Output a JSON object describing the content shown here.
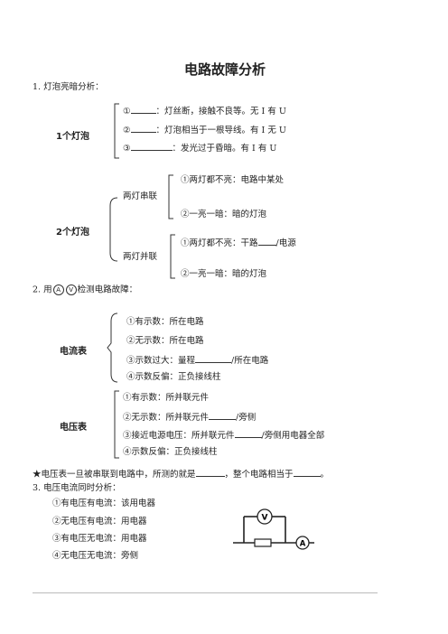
{
  "title": "电路故障分析",
  "s1": {
    "heading": "1.   灯泡亮暗分析：",
    "one_lamp": "1个灯泡",
    "l1a": "①",
    "l1b": "：灯丝断，接触不良等。无 I 有 U",
    "l2a": "②",
    "l2b": "：灯泡相当于一根导线。有 I 无 U",
    "l3a": "③",
    "l3b": "：发光过于昏暗。有 I 有 U",
    "two_lamp": "2个灯泡",
    "series": "两灯串联",
    "series1": "①两灯都不亮：电路中某处",
    "series2": "②一亮一暗：暗的灯泡",
    "parallel": "两灯并联",
    "par1a": "①两灯都不亮：干路",
    "par1b": "/电源",
    "par2": "②一亮一暗：暗的灯泡"
  },
  "s2": {
    "heading_pre": "2.   用",
    "ammeter_sym": "A",
    "voltmeter_sym": "V",
    "heading_post": "检测电路故障：",
    "ammeter": "电流表",
    "a1": "①有示数：所在电路",
    "a2": "②无示数：所在电路",
    "a3a": "③示数过大：量程",
    "a3b": "/所在电路",
    "a4": "④示数反偏：正负接线柱",
    "voltmeter": "电压表",
    "v1": "①有示数：所并联元件",
    "v2a": "②无示数：所并联元件",
    "v2b": "/旁侧",
    "v3a": "③接近电源电压：所并联元件",
    "v3b": "/旁侧用电器全部",
    "v4": "④示数反偏：正负接线柱"
  },
  "star": {
    "a": "★电压表一旦被串联到电路中，所测的就是",
    "b": "，整个电路相当于",
    "c": "。"
  },
  "s3": {
    "heading": "3.   电压电流同时分析：",
    "c1": "①有电压有电流：该用电器",
    "c2": "②无电压有电流：用电器",
    "c3": "③有电压无电流：用电器",
    "c4": "④无电压无电流：旁侧",
    "diagram_v": "V",
    "diagram_a": "A"
  }
}
